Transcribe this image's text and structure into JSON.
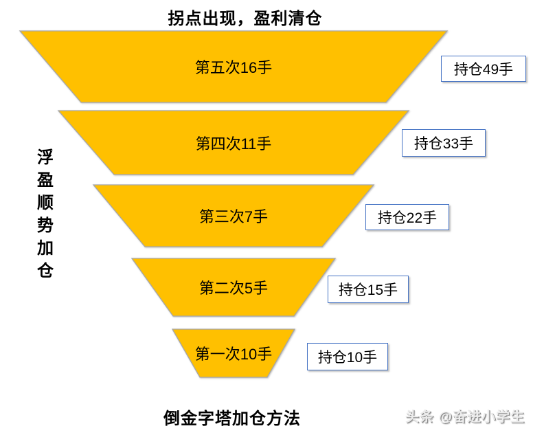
{
  "titles": {
    "top": "拐点出现，盈利清仓",
    "bottom": "倒金字塔加仓方法",
    "left_vertical": "浮盈顺势加仓"
  },
  "watermark": "头条 @奋进小学生",
  "funnel": {
    "description": "inverted pyramid position-adding method, rows top to bottom",
    "rows": [
      {
        "step": 5,
        "label": "第五次16手",
        "add_lots": 16,
        "badge": "持仓49手",
        "holding_lots": 49
      },
      {
        "step": 4,
        "label": "第四次11手",
        "add_lots": 11,
        "badge": "持仓33手",
        "holding_lots": 33
      },
      {
        "step": 3,
        "label": "第三次7手",
        "add_lots": 7,
        "badge": "持仓22手",
        "holding_lots": 22
      },
      {
        "step": 2,
        "label": "第二次5手",
        "add_lots": 5,
        "badge": "持仓15手",
        "holding_lots": 15
      },
      {
        "step": 1,
        "label": "第一次10手",
        "add_lots": 10,
        "badge": "持仓10手",
        "holding_lots": 10
      }
    ]
  },
  "colors": {
    "segment-fill": "#FFC000",
    "segment-stroke": "#A6A6A6",
    "badge-border": "#4472C4",
    "text": "#000000",
    "watermark-gray": "#8a8a8a"
  }
}
